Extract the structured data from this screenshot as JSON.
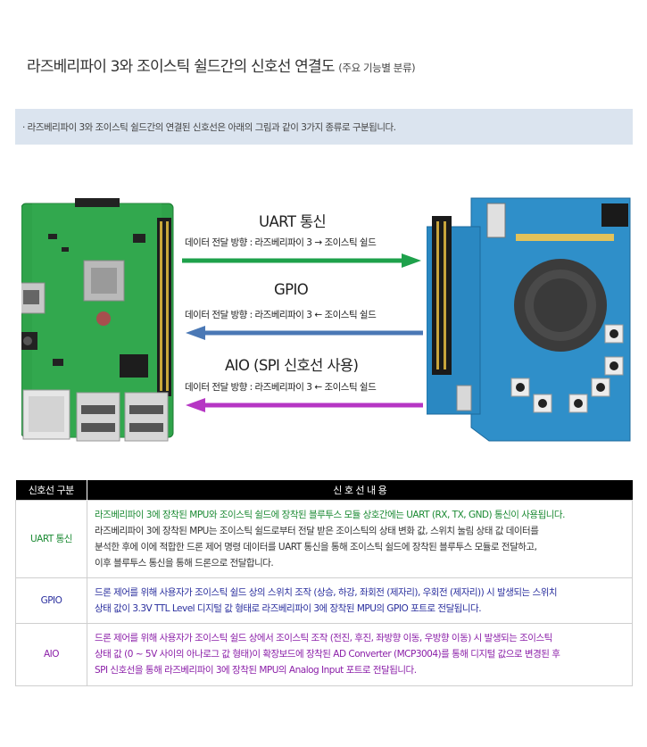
{
  "title": {
    "main": "라즈베리파이 3와 조이스틱 쉴드간의 신호선 연결도",
    "sub": "(주요 기능별 분류)"
  },
  "notice": "· 라즈베리파이 3와 조이스틱 쉴드간의 연결된 신호선은 아래의 그림과 같이 3가지 종류로 구분됩니다.",
  "diagram": {
    "colors": {
      "uart": "#1ea14b",
      "gpio": "#4a78b5",
      "aio": "#b636c4"
    },
    "connections": [
      {
        "name": "UART 통신",
        "direction": "데이터 전달 방향 : 라즈베리파이 3 → 조이스틱 쉴드"
      },
      {
        "name": "GPIO",
        "direction": "데이터 전달 방향 : 라즈베리파이 3 ← 조이스틱 쉴드"
      },
      {
        "name": "AIO (SPI 신호선 사용)",
        "direction": "데이터 전달 방향 : 라즈베리파이 3 ← 조이스틱 쉴드"
      }
    ]
  },
  "table": {
    "headers": [
      "신호선 구분",
      "신 호 선  내 용"
    ],
    "rows": [
      {
        "type": "UART 통신",
        "lines": [
          "라즈베리파이 3에 장착된 MPU와 조이스틱 쉴드에 장착된 블루투스 모듈 상호간에는 UART (RX, TX, GND) 통신이 사용됩니다.",
          "라즈베리파이 3에 장착된 MPU는 조이스틱 쉴드로부터 전달 받은 조이스틱의 상태 변화 값, 스위치 눌림 상태 값 데이터를",
          "분석한 후에 이에 적합한 드론 제어 명령 데이터를 UART 통신을 통해 조이스틱 쉴드에 장착된 블루투스 모듈로 전달하고,",
          "이후 블루투스 통신을 통해 드론으로 전달합니다."
        ]
      },
      {
        "type": "GPIO",
        "lines": [
          "드론 제어를 위해 사용자가 조이스틱 쉴드 상의 스위치 조작 (상승, 하강, 좌회전 (제자리), 우회전 (제자리)) 시 발생되는 스위치",
          "상태 값이 3.3V TTL Level 디지털 값 형태로 라즈베리파이 3에 장착된 MPU의 GPIO 포트로 전달됩니다."
        ]
      },
      {
        "type": "AIO",
        "lines": [
          "드론 제어를 위해 사용자가 조이스틱 쉴드 상에서 조이스틱 조작 (전진, 후진, 좌방향 이동, 우방향 이동) 시 발생되는 조이스틱",
          "상태 값 (0 ~ 5V 사이의 아나로그 값 형태)이 확장보드에 장착된 AD Converter (MCP3004)를 통해 디지털 값으로 변경된 후",
          "SPI 신호선을 통해 라즈베리파이 3에 장착된 MPU의 Analog Input 포트로 전달됩니다."
        ]
      }
    ]
  }
}
